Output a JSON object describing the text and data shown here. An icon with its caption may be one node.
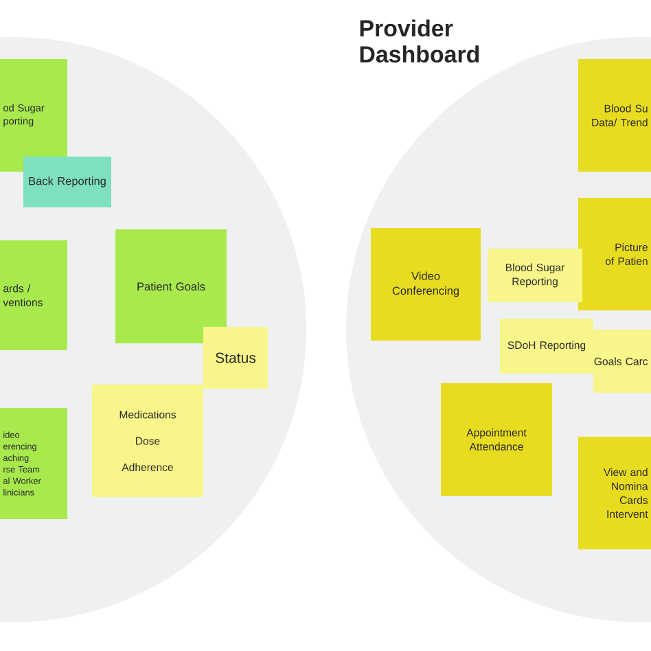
{
  "diagram": {
    "title": "Provider Dashboard",
    "nodes": [
      {
        "text": [],
        "shape": "circle"
      },
      {
        "text": [
          "od Sugar porting"
        ],
        "in": 0
      },
      {
        "text": [
          "Back Reporting"
        ],
        "in": 0
      },
      {
        "text": [
          "ards / ventions"
        ],
        "in": 0
      },
      {
        "text": [
          "Patient Goals"
        ],
        "in": 0
      },
      {
        "text": [
          "Status"
        ],
        "in": 0
      },
      {
        "text": [
          "Medications",
          "Dose",
          "Adherence"
        ],
        "in": 0
      },
      {
        "text": [
          "ideo erencing aching rse Team al Worker linicians"
        ],
        "in": 0
      },
      {
        "text": [],
        "shape": "circle"
      },
      {
        "text": [
          "Blood Su Data/ Trend"
        ],
        "in": 8
      },
      {
        "text": [
          "Picture of Patien"
        ],
        "in": 8
      },
      {
        "text": [
          "Video Conferencing"
        ],
        "in": 8
      },
      {
        "text": [
          "Blood Sugar Reporting"
        ],
        "in": 8
      },
      {
        "text": [
          "SDoH Reporting"
        ],
        "in": 8
      },
      {
        "text": [
          "Goals Carc"
        ],
        "in": 8
      },
      {
        "text": [
          "Appointment Attendance"
        ],
        "in": 8
      },
      {
        "text": [
          "View and Nomina Cards Intervent"
        ],
        "in": 8
      }
    ]
  }
}
